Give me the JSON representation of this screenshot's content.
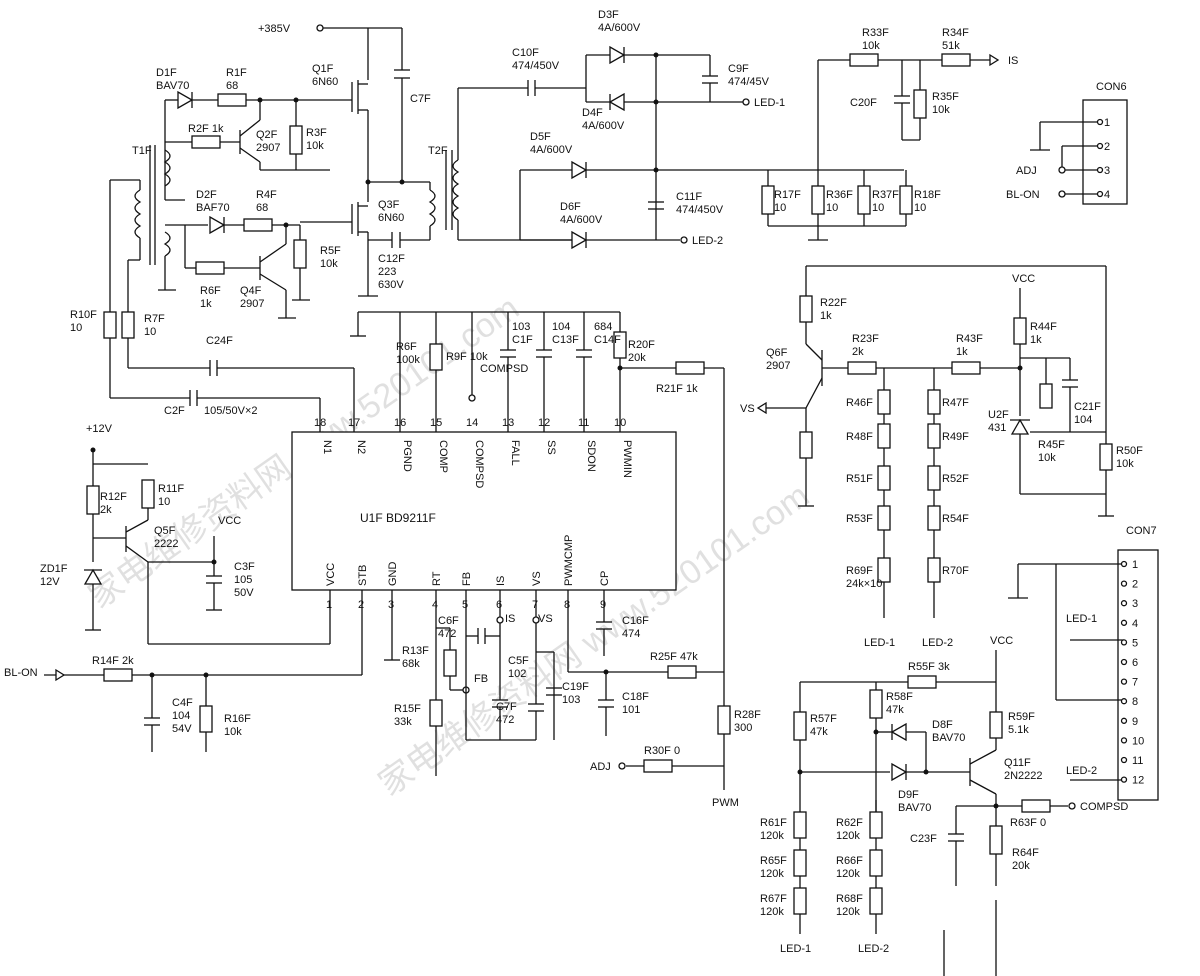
{
  "chip": {
    "name": "U1F  BD9211F"
  },
  "chip_pins_top": [
    {
      "num": "18",
      "name": "N1"
    },
    {
      "num": "17",
      "name": "N2"
    },
    {
      "num": "16",
      "name": "PGND"
    },
    {
      "num": "15",
      "name": "COMP"
    },
    {
      "num": "14",
      "name": "COMPSD"
    },
    {
      "num": "13",
      "name": "FALL"
    },
    {
      "num": "12",
      "name": "SS"
    },
    {
      "num": "11",
      "name": "SDON"
    },
    {
      "num": "10",
      "name": "PWMIN"
    }
  ],
  "chip_pins_bottom": [
    {
      "num": "1",
      "name": "VCC"
    },
    {
      "num": "2",
      "name": "STB"
    },
    {
      "num": "3",
      "name": "GND"
    },
    {
      "num": "4",
      "name": "RT"
    },
    {
      "num": "5",
      "name": "FB"
    },
    {
      "num": "6",
      "name": "IS"
    },
    {
      "num": "7",
      "name": "VS"
    },
    {
      "num": "8",
      "name": "PWMCMP"
    },
    {
      "num": "9",
      "name": "CP"
    }
  ],
  "nets": {
    "hv": "+385V",
    "p12v": "+12V",
    "vcc": "VCC",
    "is": "IS",
    "vs": "VS",
    "fb": "FB",
    "led1": "LED-1",
    "led2": "LED-2",
    "bl_on": "BL-ON",
    "adj": "ADJ",
    "pwm": "PWM",
    "compsd": "COMPSD"
  },
  "labels": [
    {
      "id": "d1f",
      "lines": [
        "D1F",
        "BAV70"
      ]
    },
    {
      "id": "r1f",
      "lines": [
        "R1F",
        "68"
      ]
    },
    {
      "id": "q1f",
      "lines": [
        "Q1F",
        "6N60"
      ]
    },
    {
      "id": "c7f_top",
      "lines": [
        "C7F"
      ]
    },
    {
      "id": "r2f",
      "lines": [
        "R2F  1k"
      ]
    },
    {
      "id": "q2f",
      "lines": [
        "Q2F",
        "2907"
      ]
    },
    {
      "id": "r3f",
      "lines": [
        "R3F",
        "10k"
      ]
    },
    {
      "id": "t1f",
      "lines": [
        "T1F"
      ]
    },
    {
      "id": "d2f",
      "lines": [
        "D2F",
        "BAF70"
      ]
    },
    {
      "id": "r4f",
      "lines": [
        "R4F",
        "68"
      ]
    },
    {
      "id": "q3f",
      "lines": [
        "Q3F",
        "6N60"
      ]
    },
    {
      "id": "r5f",
      "lines": [
        "R5F",
        "10k"
      ]
    },
    {
      "id": "r6f",
      "lines": [
        "R6F",
        "1k"
      ]
    },
    {
      "id": "q4f",
      "lines": [
        "Q4F",
        "2907"
      ]
    },
    {
      "id": "c12f",
      "lines": [
        "C12F",
        "223",
        "630V"
      ]
    },
    {
      "id": "t2f",
      "lines": [
        "T2F"
      ]
    },
    {
      "id": "c10f",
      "lines": [
        "C10F",
        "474/450V"
      ]
    },
    {
      "id": "d3f",
      "lines": [
        "D3F",
        "4A/600V"
      ]
    },
    {
      "id": "c9f",
      "lines": [
        "C9F",
        "474/45V"
      ]
    },
    {
      "id": "d4f",
      "lines": [
        "D4F",
        "4A/600V"
      ]
    },
    {
      "id": "d5f",
      "lines": [
        "D5F",
        "4A/600V"
      ]
    },
    {
      "id": "c11f",
      "lines": [
        "C11F",
        "474/450V"
      ]
    },
    {
      "id": "d6f",
      "lines": [
        "D6F",
        "4A/600V"
      ]
    },
    {
      "id": "r33f",
      "lines": [
        "R33F",
        "10k"
      ]
    },
    {
      "id": "r34f",
      "lines": [
        "R34F",
        "51k"
      ]
    },
    {
      "id": "c20f",
      "lines": [
        "C20F"
      ]
    },
    {
      "id": "r35f",
      "lines": [
        "R35F",
        "10k"
      ]
    },
    {
      "id": "r17f",
      "lines": [
        "R17F",
        "10"
      ]
    },
    {
      "id": "r36f",
      "lines": [
        "R36F",
        "10"
      ]
    },
    {
      "id": "r37f",
      "lines": [
        "R37F",
        "10"
      ]
    },
    {
      "id": "r18f",
      "lines": [
        "R18F",
        "10"
      ]
    },
    {
      "id": "con6",
      "lines": [
        "CON6"
      ]
    },
    {
      "id": "r10f",
      "lines": [
        "R10F",
        "10"
      ]
    },
    {
      "id": "r7f",
      "lines": [
        "R7F",
        "10"
      ]
    },
    {
      "id": "c24f",
      "lines": [
        "C24F"
      ]
    },
    {
      "id": "c2f",
      "lines": [
        "C2F"
      ]
    },
    {
      "id": "c2f_val",
      "lines": [
        "105/50V×2"
      ]
    },
    {
      "id": "r6f2",
      "lines": [
        "R6F",
        "100k"
      ]
    },
    {
      "id": "r9f",
      "lines": [
        "R9F 10k"
      ]
    },
    {
      "id": "compsd_v",
      "lines": [
        "COMPSD"
      ]
    },
    {
      "id": "c1f",
      "lines": [
        "103",
        "C1F"
      ]
    },
    {
      "id": "c13f",
      "lines": [
        "104",
        "C13F"
      ]
    },
    {
      "id": "c14f",
      "lines": [
        "684",
        "C14F"
      ]
    },
    {
      "id": "r20f",
      "lines": [
        "R20F",
        "20k"
      ]
    },
    {
      "id": "r21f",
      "lines": [
        "R21F  1k"
      ]
    },
    {
      "id": "r22f",
      "lines": [
        "R22F",
        "1k"
      ]
    },
    {
      "id": "q6f",
      "lines": [
        "Q6F",
        "2907"
      ]
    },
    {
      "id": "r23f",
      "lines": [
        "R23F",
        "2k"
      ]
    },
    {
      "id": "r43f",
      "lines": [
        "R43F",
        "1k"
      ]
    },
    {
      "id": "r44f",
      "lines": [
        "R44F",
        "1k"
      ]
    },
    {
      "id": "c21f",
      "lines": [
        "C21F",
        "104"
      ]
    },
    {
      "id": "u2f",
      "lines": [
        "U2F",
        "431"
      ]
    },
    {
      "id": "r45f",
      "lines": [
        "R45F",
        "10k"
      ]
    },
    {
      "id": "r50f",
      "lines": [
        "R50F",
        "10k"
      ]
    },
    {
      "id": "r46f",
      "lines": [
        "R46F"
      ]
    },
    {
      "id": "r48f",
      "lines": [
        "R48F"
      ]
    },
    {
      "id": "r51f",
      "lines": [
        "R51F"
      ]
    },
    {
      "id": "r53f",
      "lines": [
        "R53F"
      ]
    },
    {
      "id": "r69f",
      "lines": [
        "R69F",
        "24k×10"
      ]
    },
    {
      "id": "r47f",
      "lines": [
        "R47F"
      ]
    },
    {
      "id": "r49f",
      "lines": [
        "R49F"
      ]
    },
    {
      "id": "r52f",
      "lines": [
        "R52F"
      ]
    },
    {
      "id": "r54f",
      "lines": [
        "R54F"
      ]
    },
    {
      "id": "r70f",
      "lines": [
        "R70F"
      ]
    },
    {
      "id": "r12f",
      "lines": [
        "R12F",
        "2k"
      ]
    },
    {
      "id": "r11f",
      "lines": [
        "R11F",
        "10"
      ]
    },
    {
      "id": "q5f",
      "lines": [
        "Q5F",
        "2222"
      ]
    },
    {
      "id": "c3f",
      "lines": [
        "C3F",
        "105",
        "50V"
      ]
    },
    {
      "id": "zd1f",
      "lines": [
        "ZD1F",
        "12V"
      ]
    },
    {
      "id": "c6f",
      "lines": [
        "C6F",
        "472"
      ]
    },
    {
      "id": "r13f",
      "lines": [
        "R13F",
        "68k"
      ]
    },
    {
      "id": "c5f",
      "lines": [
        "C5F",
        "102"
      ]
    },
    {
      "id": "c7f_bot",
      "lines": [
        "C7F",
        "472"
      ]
    },
    {
      "id": "c16f",
      "lines": [
        "C16F",
        "474"
      ]
    },
    {
      "id": "c19f",
      "lines": [
        "C19F",
        "103"
      ]
    },
    {
      "id": "c18f",
      "lines": [
        "C18F",
        "101"
      ]
    },
    {
      "id": "r25f",
      "lines": [
        "R25F  47k"
      ]
    },
    {
      "id": "r28f",
      "lines": [
        "R28F",
        "300"
      ]
    },
    {
      "id": "r30f",
      "lines": [
        "R30F  0"
      ]
    },
    {
      "id": "r14f",
      "lines": [
        "R14F  2k"
      ]
    },
    {
      "id": "c4f",
      "lines": [
        "C4F",
        "104",
        "54V"
      ]
    },
    {
      "id": "r16f",
      "lines": [
        "R16F",
        "10k"
      ]
    },
    {
      "id": "r15f",
      "lines": [
        "R15F",
        "33k"
      ]
    },
    {
      "id": "con7",
      "lines": [
        "CON7"
      ]
    },
    {
      "id": "r55f",
      "lines": [
        "R55F  3k"
      ]
    },
    {
      "id": "r57f",
      "lines": [
        "R57F",
        "47k"
      ]
    },
    {
      "id": "r58f",
      "lines": [
        "R58F",
        "47k"
      ]
    },
    {
      "id": "d8f",
      "lines": [
        "D8F",
        "BAV70"
      ]
    },
    {
      "id": "r59f",
      "lines": [
        "R59F",
        "5.1k"
      ]
    },
    {
      "id": "d9f",
      "lines": [
        "D9F",
        "BAV70"
      ]
    },
    {
      "id": "q11f",
      "lines": [
        "Q11F",
        "2N2222"
      ]
    },
    {
      "id": "r61f",
      "lines": [
        "R61F",
        "120k"
      ]
    },
    {
      "id": "r62f",
      "lines": [
        "R62F",
        "120k"
      ]
    },
    {
      "id": "c23f",
      "lines": [
        "C23F"
      ]
    },
    {
      "id": "r63f",
      "lines": [
        "R63F  0"
      ]
    },
    {
      "id": "r64f",
      "lines": [
        "R64F",
        "20k"
      ]
    },
    {
      "id": "r65f",
      "lines": [
        "R65F",
        "120k"
      ]
    },
    {
      "id": "r66f",
      "lines": [
        "R66F",
        "120k"
      ]
    },
    {
      "id": "r67f",
      "lines": [
        "R67F",
        "120k"
      ]
    },
    {
      "id": "r68f",
      "lines": [
        "R68F",
        "120k"
      ]
    }
  ],
  "con6_pins": [
    "1",
    "2",
    "3",
    "4"
  ],
  "con7_pins": [
    "1",
    "2",
    "3",
    "4",
    "5",
    "6",
    "7",
    "8",
    "9",
    "10",
    "11",
    "12"
  ],
  "watermark": {
    "text": "家电维修资料网 www.520101.com",
    "color": "#c8c8c8"
  }
}
